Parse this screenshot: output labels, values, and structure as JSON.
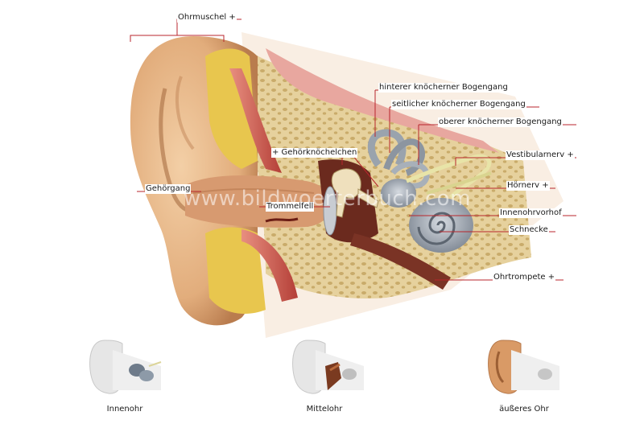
{
  "labels": {
    "ohrmuschel": "Ohrmuschel +",
    "hinterer_bogengang": "hinterer knöcherner Bogengang",
    "seitlicher_bogengang": "seitlicher knöcherner Bogengang",
    "oberer_bogengang": "oberer knöcherner Bogengang",
    "gehoerknoechelchen": "+ Gehörknöchelchen",
    "vestibularnerv": "Vestibularnerv +",
    "hoernerv": "Hörnerv +",
    "gehoergang": "Gehörgang",
    "trommelfell": "Trommelfell",
    "innenohrvorhof": "Innenohrvorhof",
    "schnecke": "Schnecke",
    "ohrtrompete": "Ohrtrompete +"
  },
  "watermark": "www.bildwoerterbuch.com",
  "thumbnails": [
    {
      "caption": "Innenohr"
    },
    {
      "caption": "Mittelohr"
    },
    {
      "caption": "äußeres Ohr"
    }
  ],
  "colors": {
    "leader": "#b8262c",
    "skin": "#e8b98a",
    "bone": "#e9d6a3",
    "cochlea": "#9aa3ad",
    "muscle": "#d05a4e"
  }
}
